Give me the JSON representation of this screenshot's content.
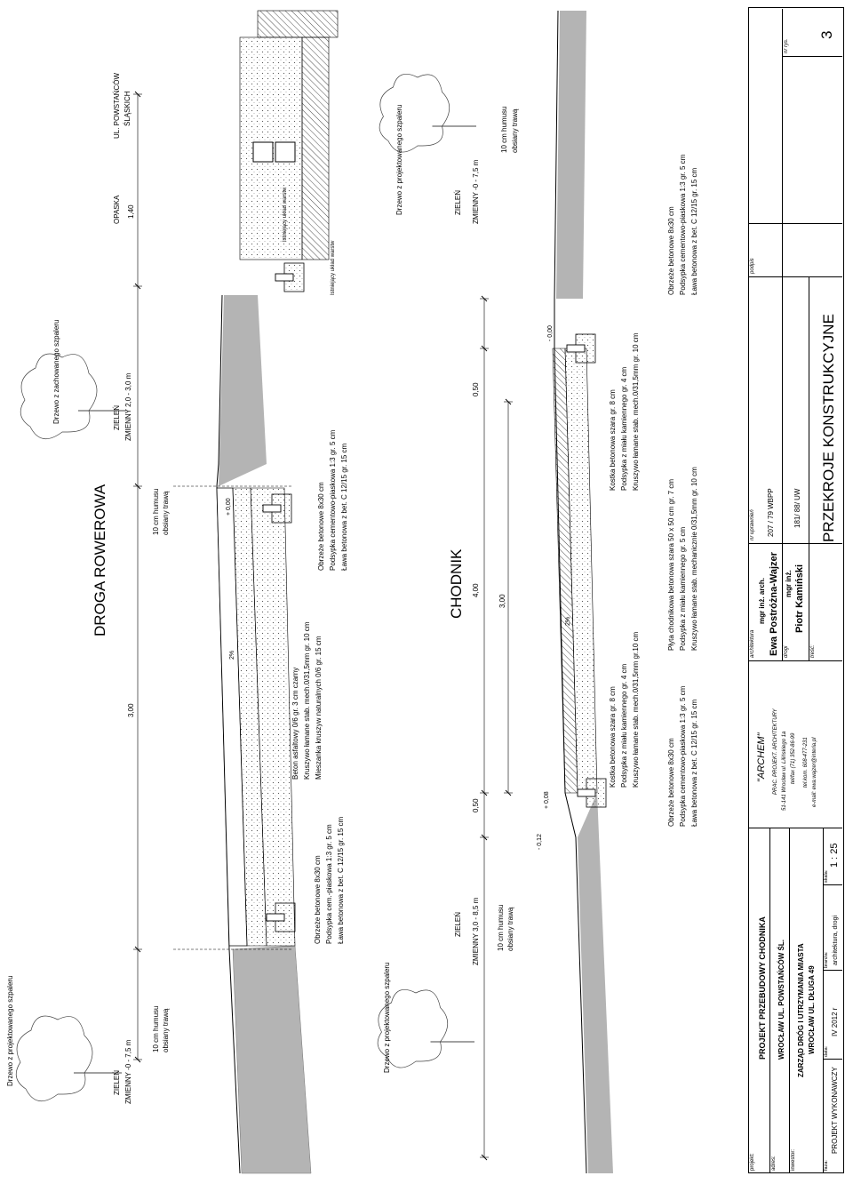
{
  "bike_path": {
    "title": "DROGA ROWEROWA",
    "left_zone": {
      "label": "ZIELEŃ",
      "sub": "ZMIENNY -0 - 7,5 m",
      "tree": "Drzewo z projektowanego szpaleru",
      "humus": [
        "10 cm humusu",
        "obsiany trawą"
      ]
    },
    "mid_zone": {
      "label": "ZIELEŃ",
      "sub": "ZMIENNY 2,0 - 3,0 m",
      "tree": "Drzewo z zachowanego szpaleru",
      "humus": [
        "10 cm humusu",
        "obsiany trawą"
      ],
      "level": "+ 0,00"
    },
    "right_zone": {
      "label": "OPASKA",
      "dim": "1,40",
      "street": [
        "UL. POWSTAŃCÓW",
        "ŚLĄSKICH"
      ]
    },
    "dim_main": "3,00",
    "slope": "2%",
    "curb_left": [
      "Obrzeże betonowe 8x30 cm",
      "Podsypka cem.-piaskowa 1:3 gr. 5 cm",
      "Ława betonowa z bet. C 12/15 gr. 15 cm"
    ],
    "layers": [
      "Beton asfaltowy 0/6 gr. 3 cm czarny",
      "Kruszywo łamane stab. mech.0/31,5mm gr. 10 cm",
      "Mieszanka kruszyw naturalnych 0/6 gr. 15 cm"
    ],
    "curb_right": [
      "Obrzeże betonowe 8x30 cm",
      "Podsypka cementowo-piaskowa 1:3 gr. 5 cm",
      "Ława betonowa z bet. C 12/15 gr. 15 cm"
    ],
    "callouts": [
      "Istniejący układ warstw",
      "Istniejący układ warstw"
    ]
  },
  "sidewalk": {
    "title": "CHODNIK",
    "left_zone": {
      "label": "ZIELEŃ",
      "sub": "ZMIENNY 3,0 - 8,5 m",
      "tree": "Drzewo z projektowanego szpaleru",
      "humus": [
        "10 cm humusu",
        "obsiany trawą"
      ]
    },
    "right_zone": {
      "label": "ZIELEŃ",
      "sub": "ZMIENNY -0 - 7,5 m",
      "tree": "Drzewo z projektowanego szpaleru",
      "humus": [
        "10 cm humusu",
        "obsiany trawą"
      ]
    },
    "dims": [
      "0,50",
      "4,00",
      "3,00",
      "0,50"
    ],
    "levels": [
      "- 0,12",
      "+ 0,08",
      "- 0,00"
    ],
    "slope": "2%",
    "curb_left": [
      "Obrzeże betonowe 8x30 cm",
      "Podsypka cementowo-piaskowa 1:3 gr. 5 cm",
      "Ława betonowa z bet. C 12/15 gr. 15 cm"
    ],
    "layers_a": [
      "Kostka betonowa szara gr. 8 cm",
      "Podsypka z miału kamiennego gr. 4 cm",
      "Kruszywo łamane stab. mech.0/31,5mm gr.10 cm"
    ],
    "layers_b": [
      "Płyta chodnikowa betonowa szara 50 x 50 cm gr. 7 cm",
      "Podsypka z miału kamiennego gr. 5 cm",
      "Kruszywo łamane stab. mechanicznie 0/31,5mm gr. 10 cm"
    ],
    "layers_c": [
      "Kostka betonowa szara gr. 8 cm",
      "Podsypka z miału kamiennego gr. 4 cm",
      "Kruszywo łamane stab. mech.0/31,5mm gr. 10 cm"
    ],
    "curb_right": [
      "Obrzeże betonowe 8x30 cm",
      "Podsypka cementowo-piaskowa 1:3 gr. 5 cm",
      "Ława betonowa z bet. C 12/15 gr. 15 cm"
    ]
  },
  "title_block": {
    "projekt_label": "projekt:",
    "projekt": "PROJEKT PRZEBUDOWY CHODNIKA",
    "adres_label": "adres:",
    "adres": "WROCŁAW UL. POWSTAŃCÓW ŚL.",
    "inwestor_label": "inwestor:",
    "inwestor": [
      "ZARZĄD DRÓG I UTRZYMANIA MIASTA",
      "WROCŁAW UL. DŁUGA 49"
    ],
    "faza_label": "faza:",
    "faza": "PROJEKT WYKONAWCZY",
    "data_label": "data:",
    "data": "IV 2012 r",
    "branza_label": "branża:",
    "branza": "architektura, drogi",
    "skala_label": "skala:",
    "skala": "1 : 25",
    "firm": [
      "\"ARCHEM\"",
      "PRAC. PROJEKT. ARCHITEKTURY",
      "51-141 Wrocław ul. Lilińskiego 1a",
      "tel/fax (71) 352-86-99",
      "tel.kom. 608-477-231",
      "e-mail: ewa.wajzer@interia.pl"
    ],
    "arch_label": "architektura",
    "arch_title": "mgr inż. arch.",
    "arch_name": "Ewa Postróżna-Wajzer",
    "drogi_label": "drogi",
    "drogi_title": "mgr inż.",
    "drogi_name": "Piotr Kamiński",
    "upr_label": "nr uprawnień",
    "upr_1": "207 / 79 WBPP",
    "upr_2": "181/ 88/ UW",
    "podpis_label": "podpis",
    "tresc_label": "treść:",
    "tresc": "PRZEKROJE KONSTRUKCYJNE",
    "nr_label": "nr rys.",
    "nr": "3"
  }
}
